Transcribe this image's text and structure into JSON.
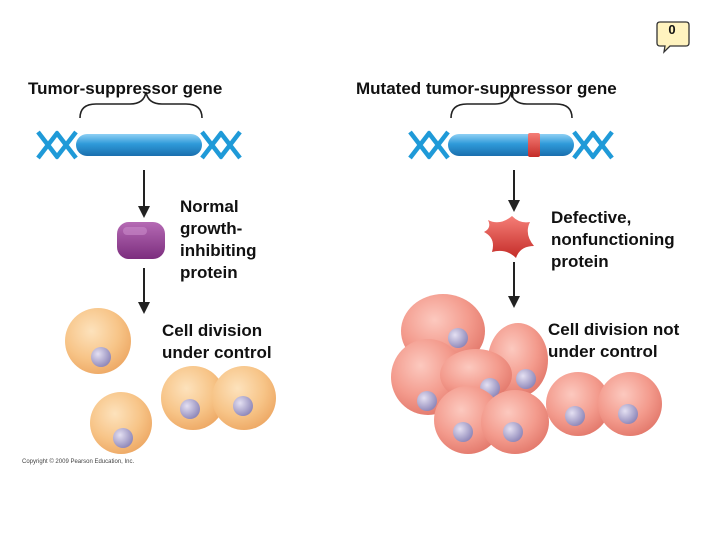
{
  "badge": {
    "label": "0"
  },
  "left": {
    "title": "Tumor-suppressor gene",
    "protein_label": "Normal\ngrowth-\ninhibiting\nprotein",
    "division_label": "Cell division\nunder control"
  },
  "right": {
    "title": "Mutated tumor-suppressor gene",
    "protein_label": "Defective,\nnonfunctioning\nprotein",
    "division_label": "Cell division not\nunder control"
  },
  "footer": {
    "copyright": "Copyright © 2009 Pearson Education, Inc."
  },
  "colors": {
    "gene_blue": "#2f8fd2",
    "dna_blue": "#1f9ad8",
    "mutation_red": "#e0403a",
    "normal_protein": "#8e3c90",
    "defective_protein": "#e8504c",
    "normal_cell": "#f6be7f",
    "cancer_cell": "#f08f82",
    "nucleus": "#a9a4c8"
  }
}
